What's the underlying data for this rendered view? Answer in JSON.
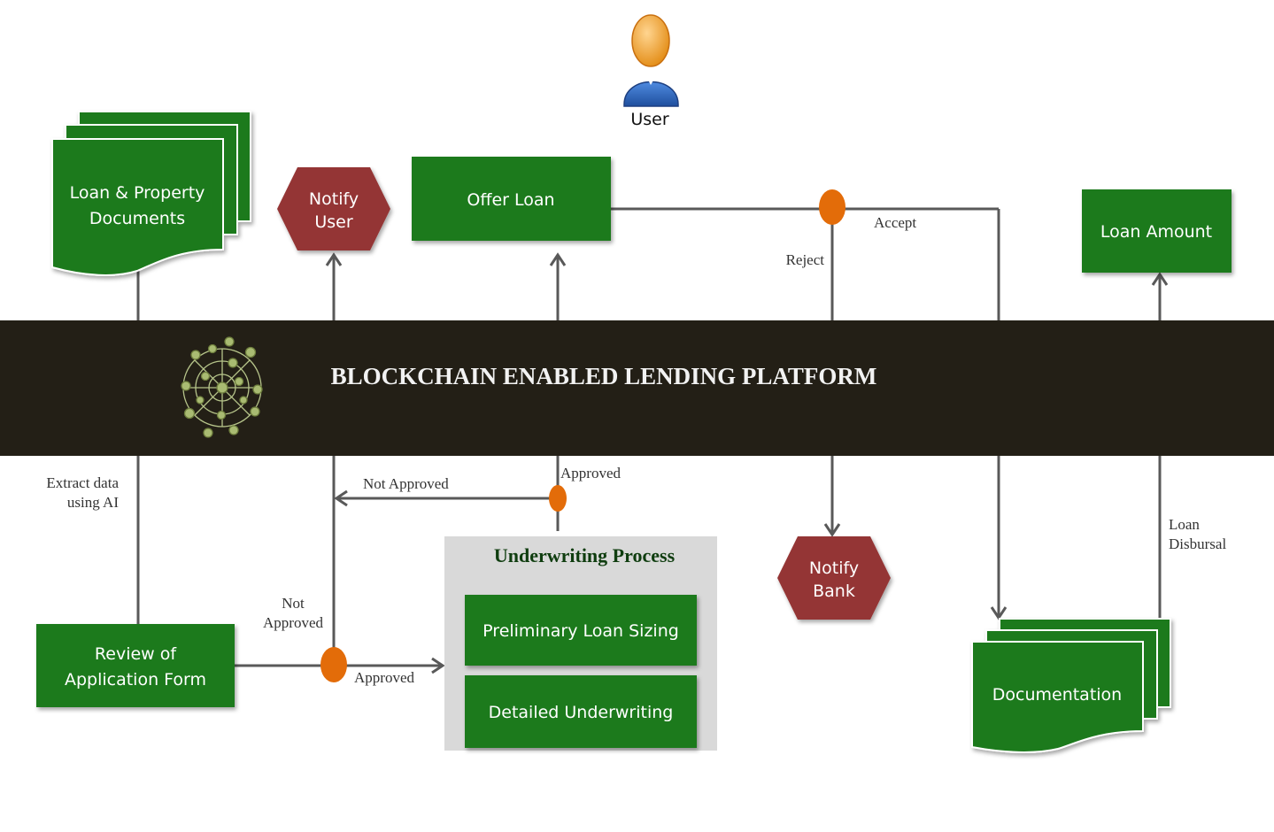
{
  "colors": {
    "box_green": "#1a7a1a",
    "hexagon_red": "#943634",
    "banner_dark": "#231f16",
    "decision_orange": "#e36c09",
    "connector_gray": "#595959",
    "underwriting_panel": "#d9d9d9"
  },
  "user": {
    "label": "User",
    "icon": "person-icon"
  },
  "banner": {
    "title": "BLOCKCHAIN ENABLED LENDING PLATFORM",
    "icon": "blockchain-network-icon"
  },
  "nodes": {
    "loan_property_documents": {
      "line1": "Loan & Property",
      "line2": "Documents"
    },
    "notify_user": {
      "line1": "Notify",
      "line2": "User"
    },
    "offer_loan": {
      "label": "Offer Loan"
    },
    "loan_amount": {
      "label": "Loan Amount"
    },
    "review_application": {
      "line1": "Review of",
      "line2": "Application Form"
    },
    "notify_bank": {
      "line1": "Notify",
      "line2": "Bank"
    },
    "documentation": {
      "label": "Documentation"
    },
    "underwriting": {
      "title": "Underwriting Process",
      "preliminary": "Preliminary Loan Sizing",
      "detailed": "Detailed Underwriting"
    }
  },
  "edge_labels": {
    "accept": "Accept",
    "reject": "Reject",
    "extract_line1": "Extract data",
    "extract_line2": "using AI",
    "not_approved_top": "Not Approved",
    "approved_top": "Approved",
    "not_approved_left_line1": "Not",
    "not_approved_left_line2": "Approved",
    "approved_bottom": "Approved",
    "loan_disbursal_line1": "Loan",
    "loan_disbursal_line2": "Disbursal"
  }
}
